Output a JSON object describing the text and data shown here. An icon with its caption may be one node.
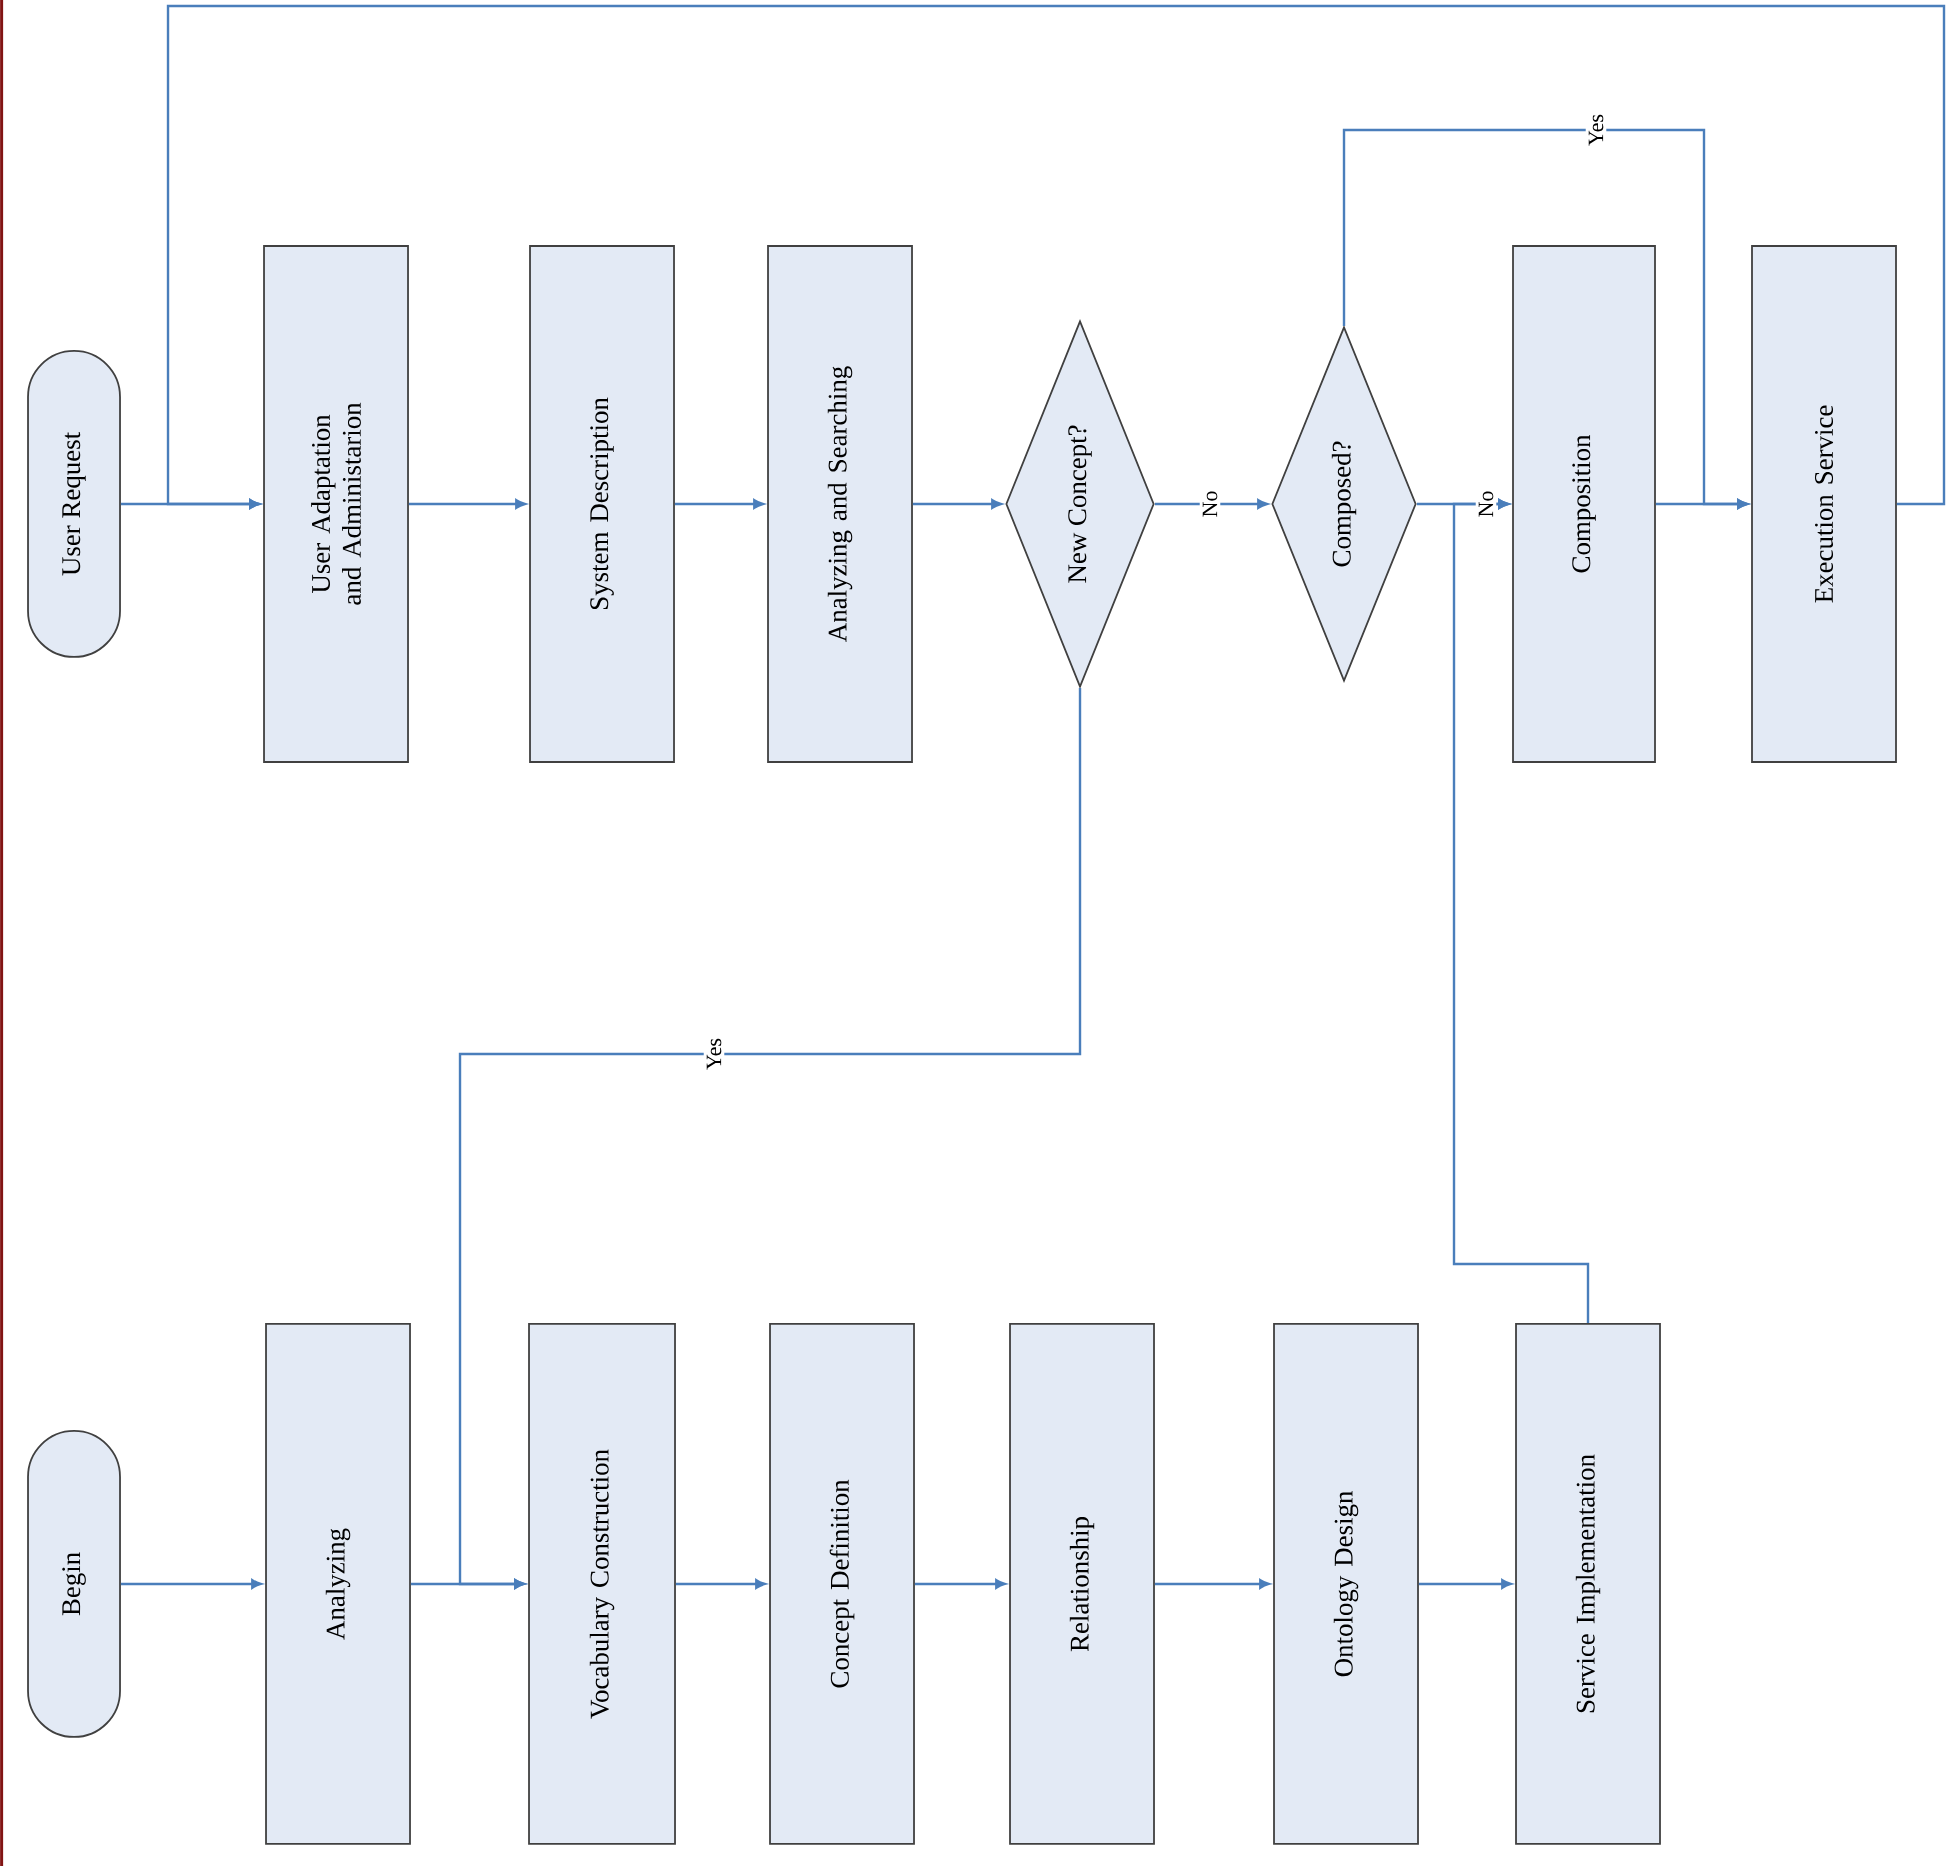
{
  "diagram": {
    "nodes": [
      {
        "text": [
          "User Request"
        ]
      },
      {
        "text": [
          "User Adaptation and Administarion"
        ]
      },
      {
        "text": [
          "System Description"
        ]
      },
      {
        "text": [
          "Analyzing and Searching"
        ]
      },
      {
        "text": [
          "New Concept?"
        ]
      },
      {
        "text": [
          "Composed?"
        ]
      },
      {
        "text": [
          "Composition"
        ]
      },
      {
        "text": [
          "Execution Service"
        ]
      },
      {
        "text": [
          "Begin"
        ]
      },
      {
        "text": [
          "Analyzing"
        ]
      },
      {
        "text": [
          "Vocabulary Construction"
        ]
      },
      {
        "text": [
          "Concept Definition"
        ]
      },
      {
        "text": [
          "Relationship"
        ]
      },
      {
        "text": [
          "Ontology Design"
        ]
      },
      {
        "text": [
          "Service Implementation"
        ]
      }
    ],
    "edges": [
      {
        "from": 0,
        "to": 1,
        "arrow": "to"
      },
      {
        "from": 1,
        "to": 2,
        "arrow": "to"
      },
      {
        "from": 2,
        "to": 3,
        "arrow": "to"
      },
      {
        "from": 3,
        "to": 4,
        "arrow": "to"
      },
      {
        "from": 4,
        "to": 5,
        "arrow": "to",
        "label": "No"
      },
      {
        "from": 5,
        "to": 6,
        "arrow": "to",
        "label": "No"
      },
      {
        "from": 6,
        "to": 7,
        "arrow": "to"
      },
      {
        "from": 5,
        "to": 7,
        "arrow": "to",
        "label": "Yes"
      },
      {
        "from": 7,
        "to": 1,
        "arrow": "to"
      },
      {
        "from": 4,
        "to": 10,
        "arrow": "to",
        "label": "Yes"
      },
      {
        "from": 8,
        "to": 9,
        "arrow": "to"
      },
      {
        "from": 9,
        "to": 10,
        "arrow": "to"
      },
      {
        "from": 10,
        "to": 11,
        "arrow": "to"
      },
      {
        "from": 11,
        "to": 12,
        "arrow": "to"
      },
      {
        "from": 12,
        "to": 13,
        "arrow": "to"
      },
      {
        "from": 13,
        "to": 14,
        "arrow": "to"
      },
      {
        "from": 14,
        "to": 6,
        "arrow": "to"
      }
    ]
  }
}
